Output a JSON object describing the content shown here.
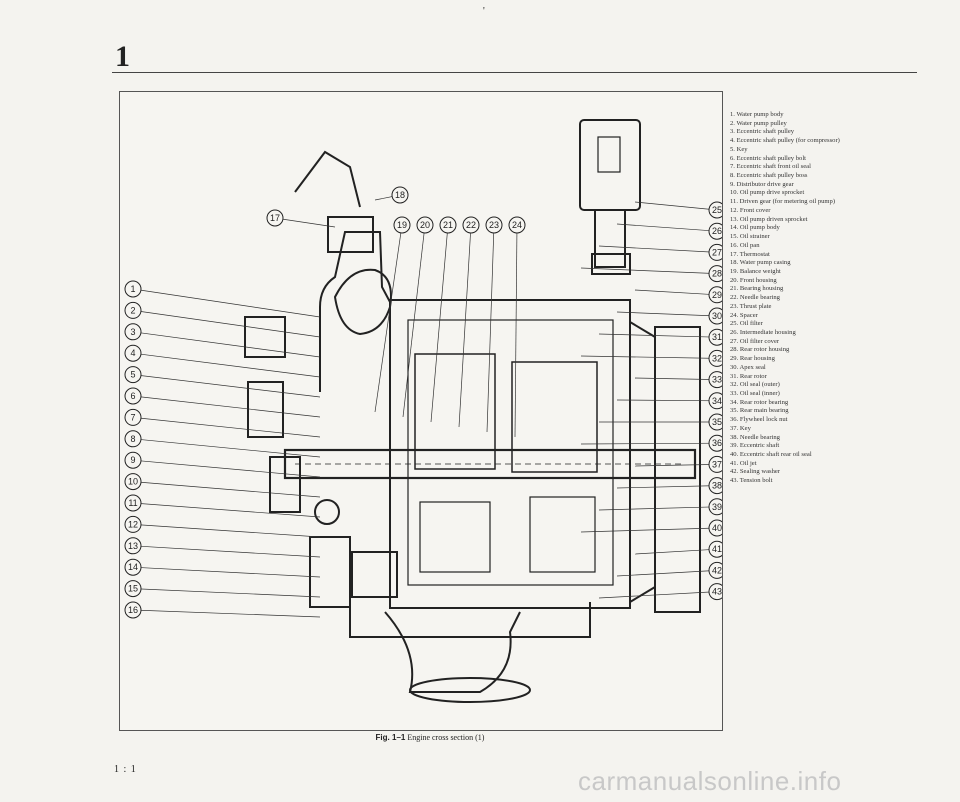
{
  "header": {
    "chapter_number": "1",
    "stray_mark": "'"
  },
  "figure": {
    "caption_label": "Fig. 1–1",
    "caption_text": "Engine cross section (1)",
    "callouts": [
      "1",
      "2",
      "3",
      "4",
      "5",
      "6",
      "7",
      "8",
      "9",
      "10",
      "11",
      "12",
      "13",
      "14",
      "15",
      "16",
      "17",
      "18",
      "19",
      "20",
      "21",
      "22",
      "23",
      "24",
      "25",
      "26",
      "27",
      "28",
      "29",
      "30",
      "31",
      "32",
      "33",
      "34",
      "35",
      "36",
      "37",
      "38",
      "39",
      "40",
      "41",
      "42",
      "43"
    ]
  },
  "legend": [
    "1. Water pump body",
    "2. Water pump pulley",
    "3. Eccentric shaft pulley",
    "4. Eccentric shaft pulley (for compressor)",
    "5. Key",
    "6. Eccentric shaft pulley bolt",
    "7. Eccentric shaft front oil seal",
    "8. Eccentric shaft pulley boss",
    "9. Distributor drive gear",
    "10. Oil pump drive sprocket",
    "11. Driven gear (for metering oil pump)",
    "12. Front cover",
    "13. Oil pump driven sprocket",
    "14. Oil pump body",
    "15. Oil strainer",
    "16. Oil pan",
    "17. Thermostat",
    "18. Water pump casing",
    "19. Balance weight",
    "20. Front housing",
    "21. Bearing housing",
    "22. Needle bearing",
    "23. Thrust plate",
    "24. Spacer",
    "25. Oil filter",
    "26. Intermediate housing",
    "27. Oil filter cover",
    "28. Rear rotor housing",
    "29. Rear housing",
    "30. Apex seal",
    "31. Rear rotor",
    "32. Oil seal (outer)",
    "33. Oil seal (inner)",
    "34. Rear rotor bearing",
    "35. Rear main bearing",
    "36. Flywheel lock nut",
    "37. Key",
    "38. Needle bearing",
    "39. Eccentric shaft",
    "40. Eccentric shaft rear oil seal",
    "41. Oil jet",
    "42. Sealing washer",
    "43. Tension bolt"
  ],
  "footer": {
    "page_number": "1 : 1",
    "watermark": "carmanualsonline.info"
  }
}
